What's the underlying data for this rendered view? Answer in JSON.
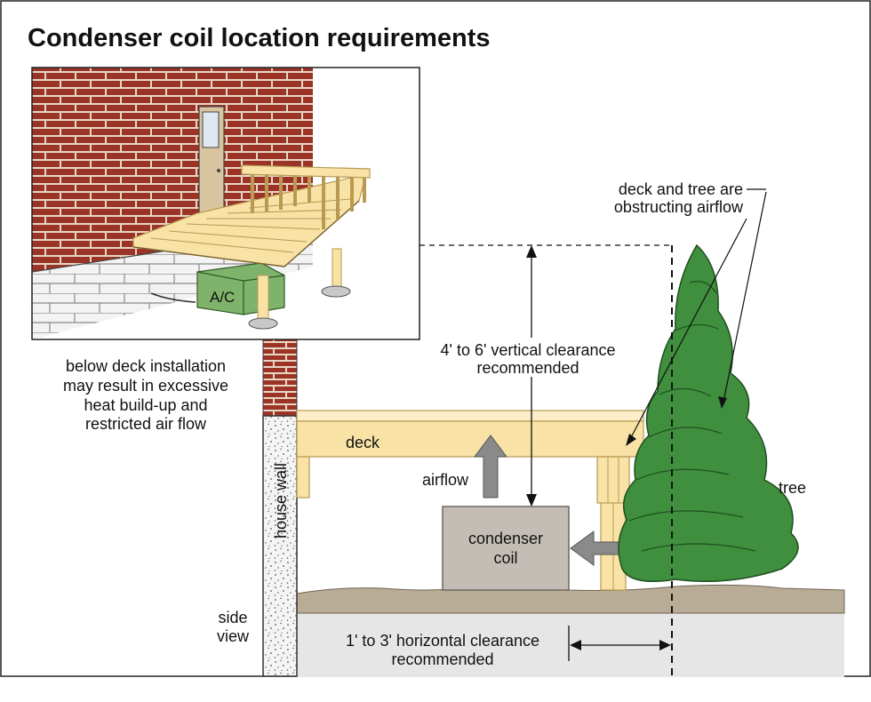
{
  "title": "Condenser coil location requirements",
  "inset": {
    "unit_label": "A/C"
  },
  "labels": {
    "obstruct_line1": "deck and tree are",
    "obstruct_line2": "obstructing airflow",
    "vertical_line1": "4' to 6' vertical clearance",
    "vertical_line2": "recommended",
    "below_deck_line1": "below deck installation",
    "below_deck_line2": "may result in excessive",
    "below_deck_line3": "heat build-up and",
    "below_deck_line4": "restricted air flow",
    "deck": "deck",
    "airflow": "airflow",
    "house_wall": "house wall",
    "condenser_line1": "condenser",
    "condenser_line2": "coil",
    "tree": "tree",
    "side_view_line1": "side",
    "side_view_line2": "view",
    "horizontal_line1": "1' to 3' horizontal clearance",
    "horizontal_line2": "recommended"
  },
  "colors": {
    "brick": "#9b3426",
    "mortar": "#e9d9c9",
    "block": "#f2f2f2",
    "deck_wood": "#f8e2a6",
    "wood_outline": "#b89a52",
    "ac_unit": "#7fb36b",
    "condenser": "#c3bdb6",
    "arrow_gray": "#8a8a8a",
    "tree": "#3f8f3e",
    "tree_outline": "#1f4f20",
    "ground": "#b9ac97",
    "soil": "#e6e6e6"
  }
}
